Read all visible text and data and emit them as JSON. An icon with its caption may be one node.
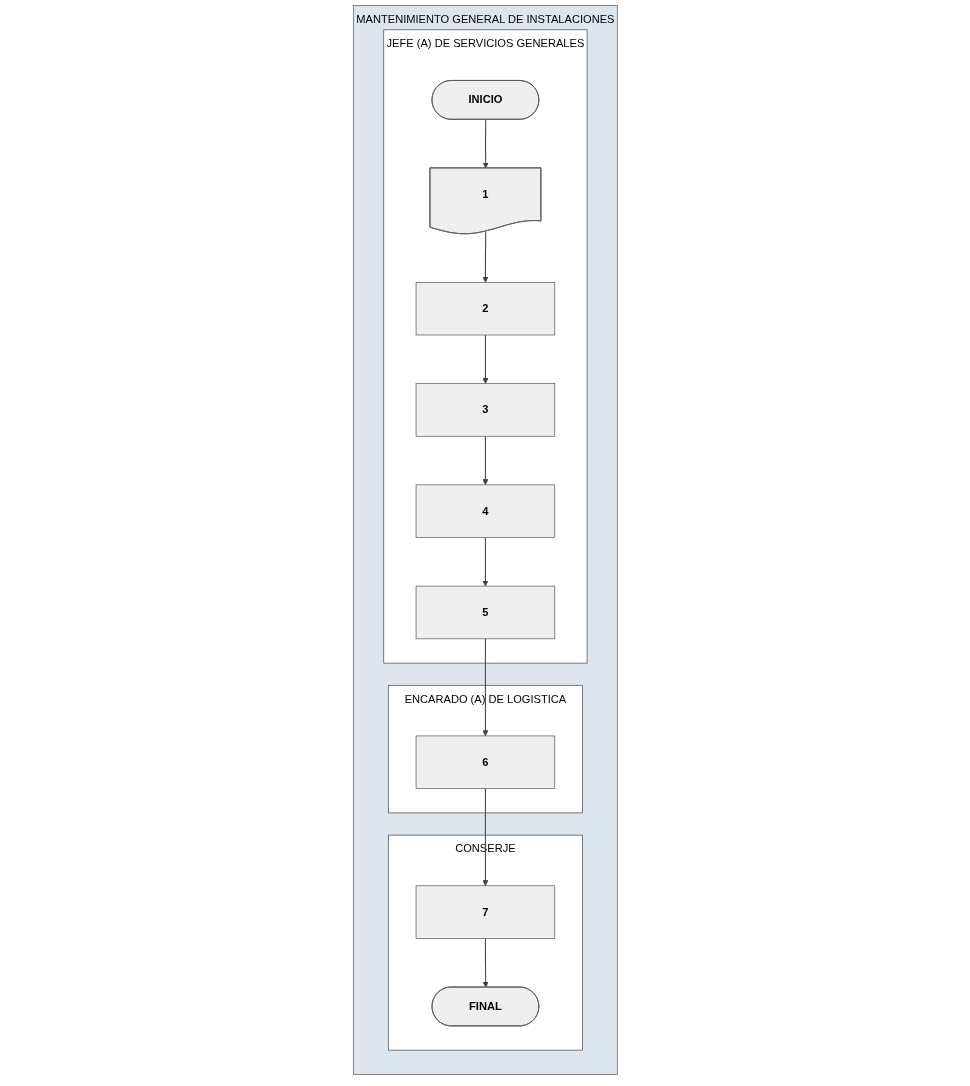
{
  "diagram": {
    "nodes": [
      {
        "text": [
          "MANTENIMIENTO GENERAL DE INSTALACIONES"
        ]
      },
      {
        "text": [
          "JEFE (A) DE SERVICIOS GENERALES"
        ],
        "in": 0
      },
      {
        "text": [
          "ENCARADO (A) DE LOGISTICA"
        ],
        "in": 0
      },
      {
        "text": [
          "CONSERJE"
        ],
        "in": 0
      },
      {
        "text": [
          "INICIO"
        ],
        "in": 1
      },
      {
        "text": [
          "1"
        ],
        "in": 1
      },
      {
        "text": [
          "2"
        ],
        "in": 1
      },
      {
        "text": [
          "3"
        ],
        "in": 1
      },
      {
        "text": [
          "4"
        ],
        "in": 1
      },
      {
        "text": [
          "5"
        ],
        "in": 1
      },
      {
        "text": [
          "6"
        ],
        "in": 2
      },
      {
        "text": [
          "7"
        ],
        "in": 3
      },
      {
        "text": [
          "FINAL"
        ],
        "in": 3
      }
    ],
    "edges": [
      {
        "from": 4,
        "to": 5,
        "arrow": "to"
      },
      {
        "from": 5,
        "to": 6,
        "arrow": "to"
      },
      {
        "from": 6,
        "to": 7,
        "arrow": "to"
      },
      {
        "from": 7,
        "to": 8,
        "arrow": "to"
      },
      {
        "from": 8,
        "to": 9,
        "arrow": "to"
      },
      {
        "from": 9,
        "to": 10,
        "arrow": "to"
      },
      {
        "from": 10,
        "to": 11,
        "arrow": "to"
      },
      {
        "from": 11,
        "to": 12,
        "arrow": "to"
      }
    ]
  }
}
